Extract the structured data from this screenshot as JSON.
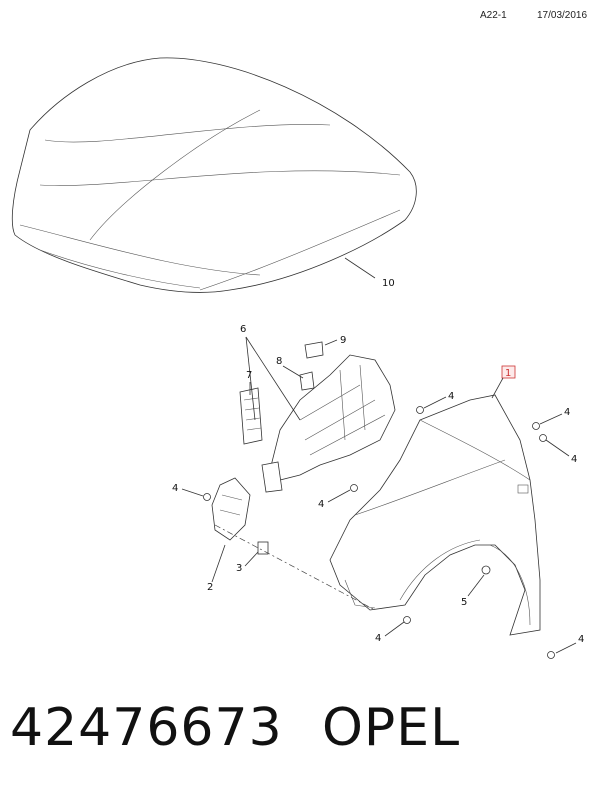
{
  "header": {
    "code": "A22-1",
    "date": "17/03/2016"
  },
  "callouts": {
    "hood": "10",
    "fender": "1",
    "liner": "2",
    "clip": "3",
    "bolt": "4",
    "nut": "5",
    "bracket": "6",
    "seal": "7",
    "retainer": "8",
    "clip_top": "9"
  },
  "footer": {
    "part_number": "42476673",
    "brand": "OPEL"
  },
  "highlight_color": "#cc3333"
}
